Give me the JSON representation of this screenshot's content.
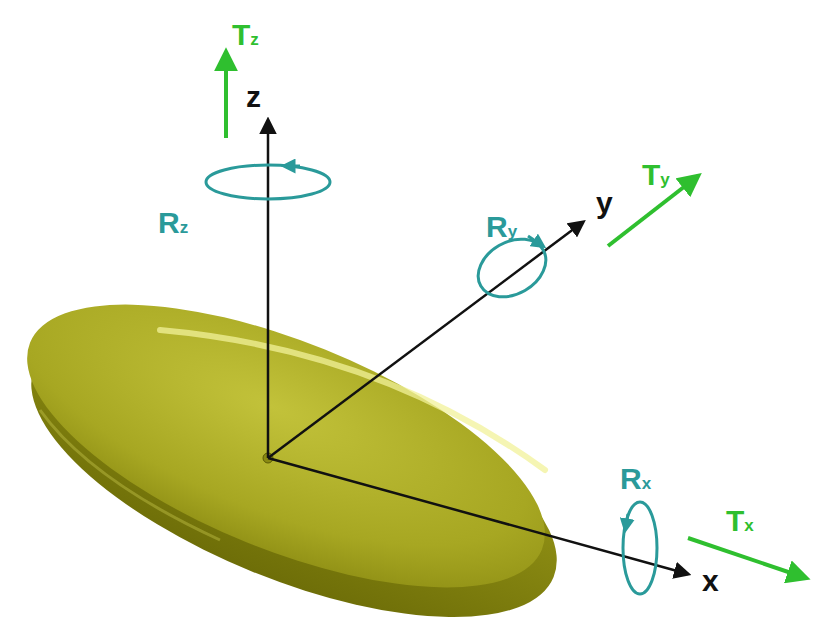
{
  "diagram": {
    "labels": [
      "Tz",
      "z",
      "Rz",
      "Ry",
      "y",
      "Ty",
      "Rx",
      "Tx",
      "x"
    ]
  }
}
